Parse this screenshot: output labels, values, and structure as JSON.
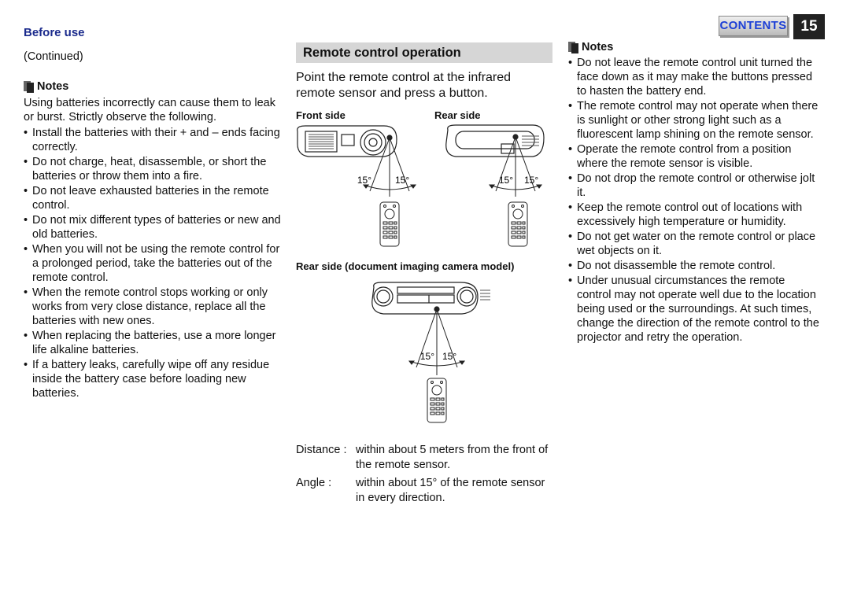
{
  "header": {
    "section": "Before use",
    "contents_label": "CONTENTS",
    "page_number": "15"
  },
  "left": {
    "continued": "(Continued)",
    "notes_title": "Notes",
    "intro": "Using batteries incorrectly can cause them to leak or burst. Strictly observe the following.",
    "items": [
      "Install the batteries with their + and – ends facing correctly.",
      "Do not charge, heat, disassemble, or short the batteries or throw them into a fire.",
      "Do not leave exhausted batteries in the remote control.",
      "Do not mix different types of batteries or new and old batteries.",
      "When you will not be using the remote control for a prolonged period, take the batteries out of the remote control.",
      "When the remote control stops working or only works from very close distance, replace all the batteries with new ones.",
      "When replacing the batteries, use a more longer life alkaline batteries.",
      "If a battery leaks, carefully wipe off any residue inside the battery case before loading new batteries."
    ]
  },
  "middle": {
    "title": "Remote control operation",
    "intro": "Point the remote control at the infrared remote sensor and press a button.",
    "front_label": "Front side",
    "rear_label": "Rear side",
    "doc_label": "Rear side (document imaging camera model)",
    "angle_left": "15°",
    "angle_right": "15°",
    "distance_key": "Distance :",
    "distance_val": "within about 5 meters from the front of the remote sensor.",
    "angle_key": "Angle :",
    "angle_val": "within about 15° of the remote sensor in every direction."
  },
  "right": {
    "notes_title": "Notes",
    "items": [
      "Do not leave the remote control unit turned the  face down as it may make the buttons pressed to hasten the battery end.",
      "The remote control may not operate when there is sunlight or other strong light such as a fluorescent lamp shining on the remote sensor.",
      "Operate the remote control from a position where the remote sensor is visible.",
      "Do not drop the remote control or otherwise jolt it.",
      "Keep the remote control out of locations with excessively high temperature or humidity.",
      "Do not get water on the remote control or place wet objects on it.",
      "Do not disassemble the remote control.",
      "Under unusual circumstances the remote control may not operate well due to the location being used or the surroundings. At such times, change the direction of the remote control to the projector and retry the operation."
    ]
  }
}
